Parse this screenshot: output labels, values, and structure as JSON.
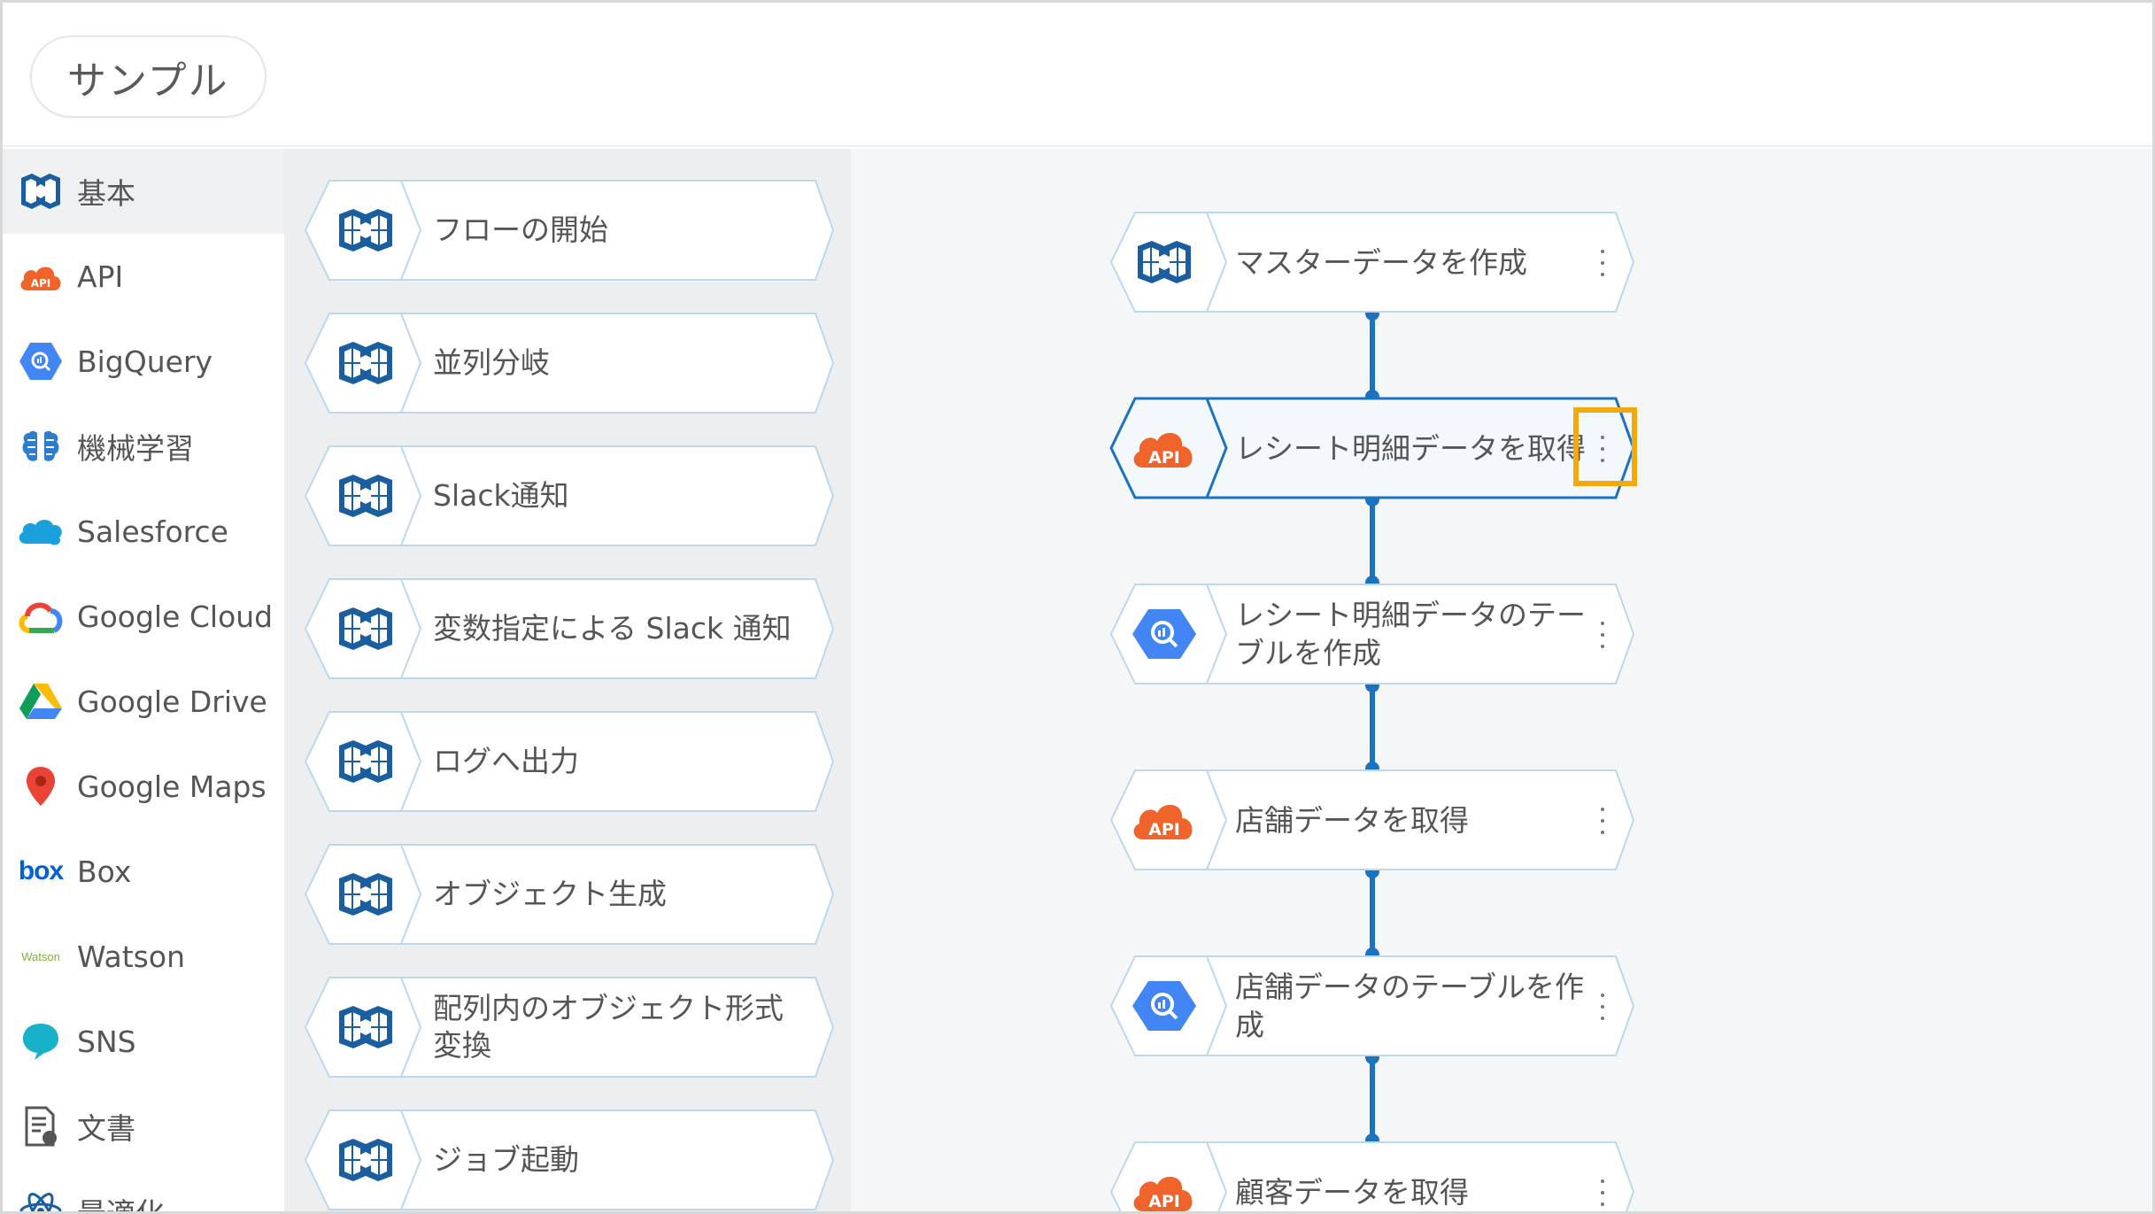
{
  "header": {
    "title": "サンプル"
  },
  "sidebar": {
    "items": [
      {
        "label": "基本",
        "icon": "cube-icon",
        "active": true
      },
      {
        "label": "API",
        "icon": "api-cloud-icon"
      },
      {
        "label": "BigQuery",
        "icon": "bigquery-icon"
      },
      {
        "label": "機械学習",
        "icon": "brain-icon"
      },
      {
        "label": "Salesforce",
        "icon": "salesforce-cloud-icon"
      },
      {
        "label": "Google Cloud",
        "icon": "google-cloud-icon"
      },
      {
        "label": "Google Drive",
        "icon": "google-drive-icon"
      },
      {
        "label": "Google Maps",
        "icon": "map-pin-icon"
      },
      {
        "label": "Box",
        "icon": "box-logo-icon",
        "icon_text": "box"
      },
      {
        "label": "Watson",
        "icon": "watson-logo-icon",
        "icon_text": "Watson"
      },
      {
        "label": "SNS",
        "icon": "chat-bubble-icon"
      },
      {
        "label": "文書",
        "icon": "document-icon"
      },
      {
        "label": "最適化",
        "icon": "atom-icon"
      }
    ]
  },
  "palette": {
    "items": [
      {
        "label": "フローの開始"
      },
      {
        "label": "並列分岐"
      },
      {
        "label": "Slack通知"
      },
      {
        "label": "変数指定による Slack 通知"
      },
      {
        "label": "ログへ出力"
      },
      {
        "label": "オブジェクト生成"
      },
      {
        "label": "配列内のオブジェクト形式変換"
      },
      {
        "label": "ジョブ起動"
      }
    ]
  },
  "flow": {
    "nodes": [
      {
        "label": "マスターデータを作成",
        "icon": "cube-icon",
        "selected": false
      },
      {
        "label": "レシート明細データを取得",
        "icon": "api-cloud-icon",
        "selected": true
      },
      {
        "label": "レシート明細データのテーブルを作成",
        "icon": "bigquery-icon",
        "selected": false
      },
      {
        "label": "店舗データを取得",
        "icon": "api-cloud-icon",
        "selected": false
      },
      {
        "label": "店舗データのテーブルを作成",
        "icon": "bigquery-icon",
        "selected": false
      },
      {
        "label": "顧客データを取得",
        "icon": "api-cloud-icon",
        "selected": false
      }
    ],
    "api_badge_text": "API"
  },
  "colors": {
    "accent": "#1b73c0",
    "highlight": "#f3a90c",
    "api_orange": "#f0642c",
    "bigquery_blue": "#4285f4"
  }
}
